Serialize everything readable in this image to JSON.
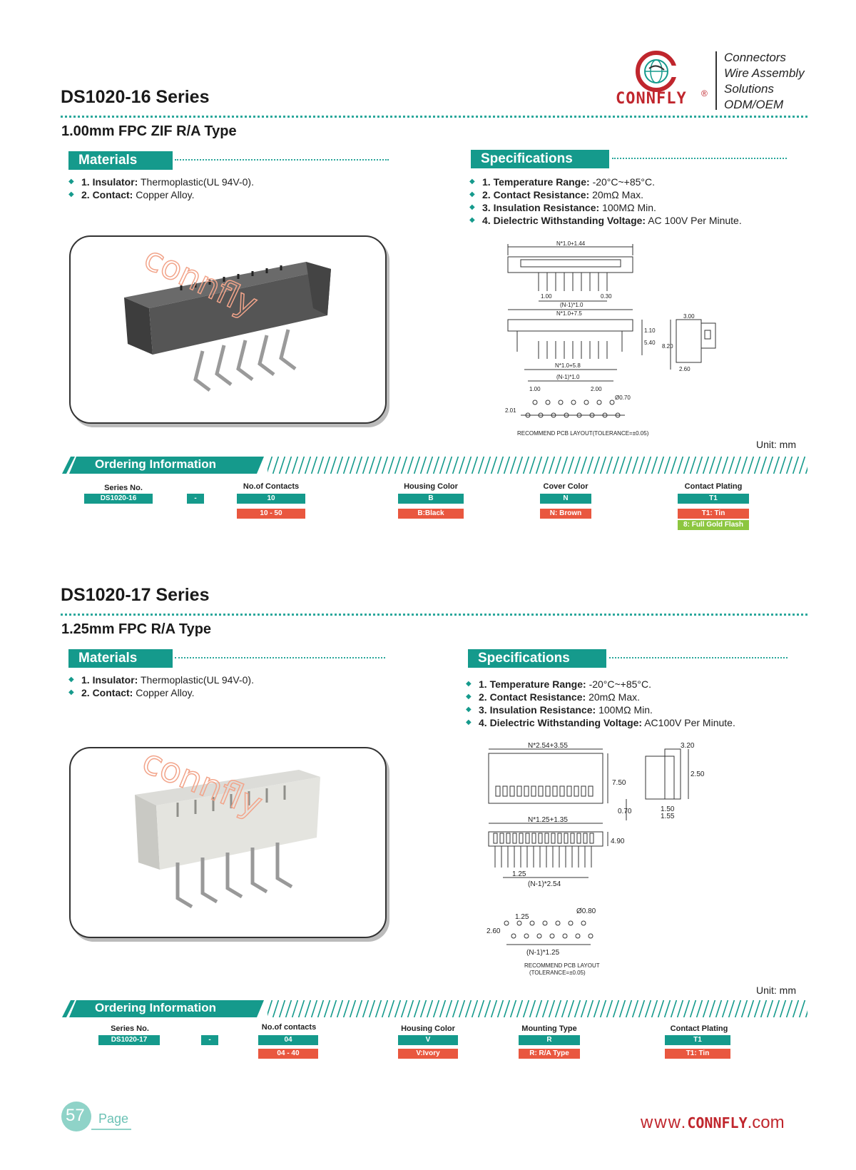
{
  "brand": {
    "name": "CONNFLY",
    "registered": "®",
    "tagline": [
      "Connectors",
      "Wire Assembly",
      "Solutions",
      "ODM/OEM"
    ],
    "website_prefix": "www.",
    "website_brand": "CONNFLY",
    "website_suffix": ".com",
    "accent_color": "#159a8c",
    "red_color": "#c0262d"
  },
  "s16": {
    "title": "DS1020-16 Series",
    "subtitle": "1.00mm FPC ZIF R/A Type",
    "materials_label": "Materials",
    "materials": [
      {
        "key": "1. Insulator:",
        "val": "Thermoplastic(UL 94V-0)."
      },
      {
        "key": "2. Contact:",
        "val": "Copper Alloy."
      }
    ],
    "specs_label": "Specifications",
    "specs": [
      {
        "key": "1. Temperature Range:",
        "val": "-20°C~+85°C."
      },
      {
        "key": "2. Contact Resistance:",
        "val": "20mΩ Max."
      },
      {
        "key": "3. Insulation Resistance:",
        "val": "100MΩ Min."
      },
      {
        "key": "4. Dielectric Withstanding Voltage:",
        "val": "AC 100V Per Minute."
      }
    ],
    "drawing_labels": {
      "d1": "N*1.0+1.44",
      "d2": "1.00",
      "d3": "0.30",
      "d4": "(N-1)*1.0",
      "d5": "N*1.0+7.5",
      "d6": "1.10",
      "d7": "5.40",
      "d8": "8.20",
      "d9": "3.00",
      "d10": "2.60",
      "d11": "N*1.0+5.8",
      "d12": "(N-1)*1.0",
      "d13": "1.00",
      "d14": "2.00",
      "d15": "Ø0.70",
      "d16": "2.01",
      "pcb": "RECOMMEND PCB LAYOUT(TOLERANCE=±0.05)"
    },
    "unit": "Unit: mm",
    "ordering_label": "Ordering Information",
    "ordering": {
      "series_head": "Series No.",
      "series_val": "DS1020-16",
      "dash": "-",
      "contacts_head": "No.of Contacts",
      "contacts_val": "10",
      "contacts_range": "10  -  50",
      "housing_head": "Housing Color",
      "housing_val": "B",
      "housing_opt": "B:Black",
      "cover_head": "Cover Color",
      "cover_val": "N",
      "cover_opt": "N: Brown",
      "plating_head": "Contact Plating",
      "plating_val": "T1",
      "plating_opt1": "T1: Tin",
      "plating_opt2": "8: Full Gold Flash"
    }
  },
  "s17": {
    "title": "DS1020-17 Series",
    "subtitle": "1.25mm FPC R/A Type",
    "materials_label": "Materials",
    "materials": [
      {
        "key": "1. Insulator:",
        "val": "Thermoplastic(UL 94V-0)."
      },
      {
        "key": "2. Contact:",
        "val": "Copper Alloy."
      }
    ],
    "specs_label": "Specifications",
    "specs": [
      {
        "key": "1. Temperature Range:",
        "val": "-20°C~+85°C."
      },
      {
        "key": "2. Contact Resistance:",
        "val": "20mΩ Max."
      },
      {
        "key": "3. Insulation Resistance:",
        "val": "100MΩ Min."
      },
      {
        "key": "4. Dielectric Withstanding Voltage:",
        "val": "AC100V Per Minute."
      }
    ],
    "drawing_labels": {
      "d1": "N*2.54+3.55",
      "d2": "7.50",
      "d3": "3.20",
      "d4": "2.50",
      "d5": "0.70",
      "d6": "1.50",
      "d7": "1.55",
      "d8": "N*1.25+1.35",
      "d9": "4.90",
      "d10": "1.25",
      "d11": "(N-1)*2.54",
      "d12": "1.25",
      "d13": "Ø0.80",
      "d14": "2.60",
      "d15": "(N-1)*1.25",
      "pcb1": "RECOMMEND PCB LAYOUT",
      "pcb2": "(TOLERANCE=±0.05)"
    },
    "unit": "Unit: mm",
    "ordering_label": "Ordering Information",
    "ordering": {
      "series_head": "Series No.",
      "series_val": "DS1020-17",
      "dash": "-",
      "contacts_head": "No.of contacts",
      "contacts_val": "04",
      "contacts_range": "04  -  40",
      "housing_head": "Housing Color",
      "housing_val": "V",
      "housing_opt": "V:Ivory",
      "mount_head": "Mounting Type",
      "mount_val": "R",
      "mount_opt": "R: R/A Type",
      "plating_head": "Contact Plating",
      "plating_val": "T1",
      "plating_opt1": "T1: Tin"
    }
  },
  "footer": {
    "page_num": "57",
    "page_word": "Page"
  }
}
